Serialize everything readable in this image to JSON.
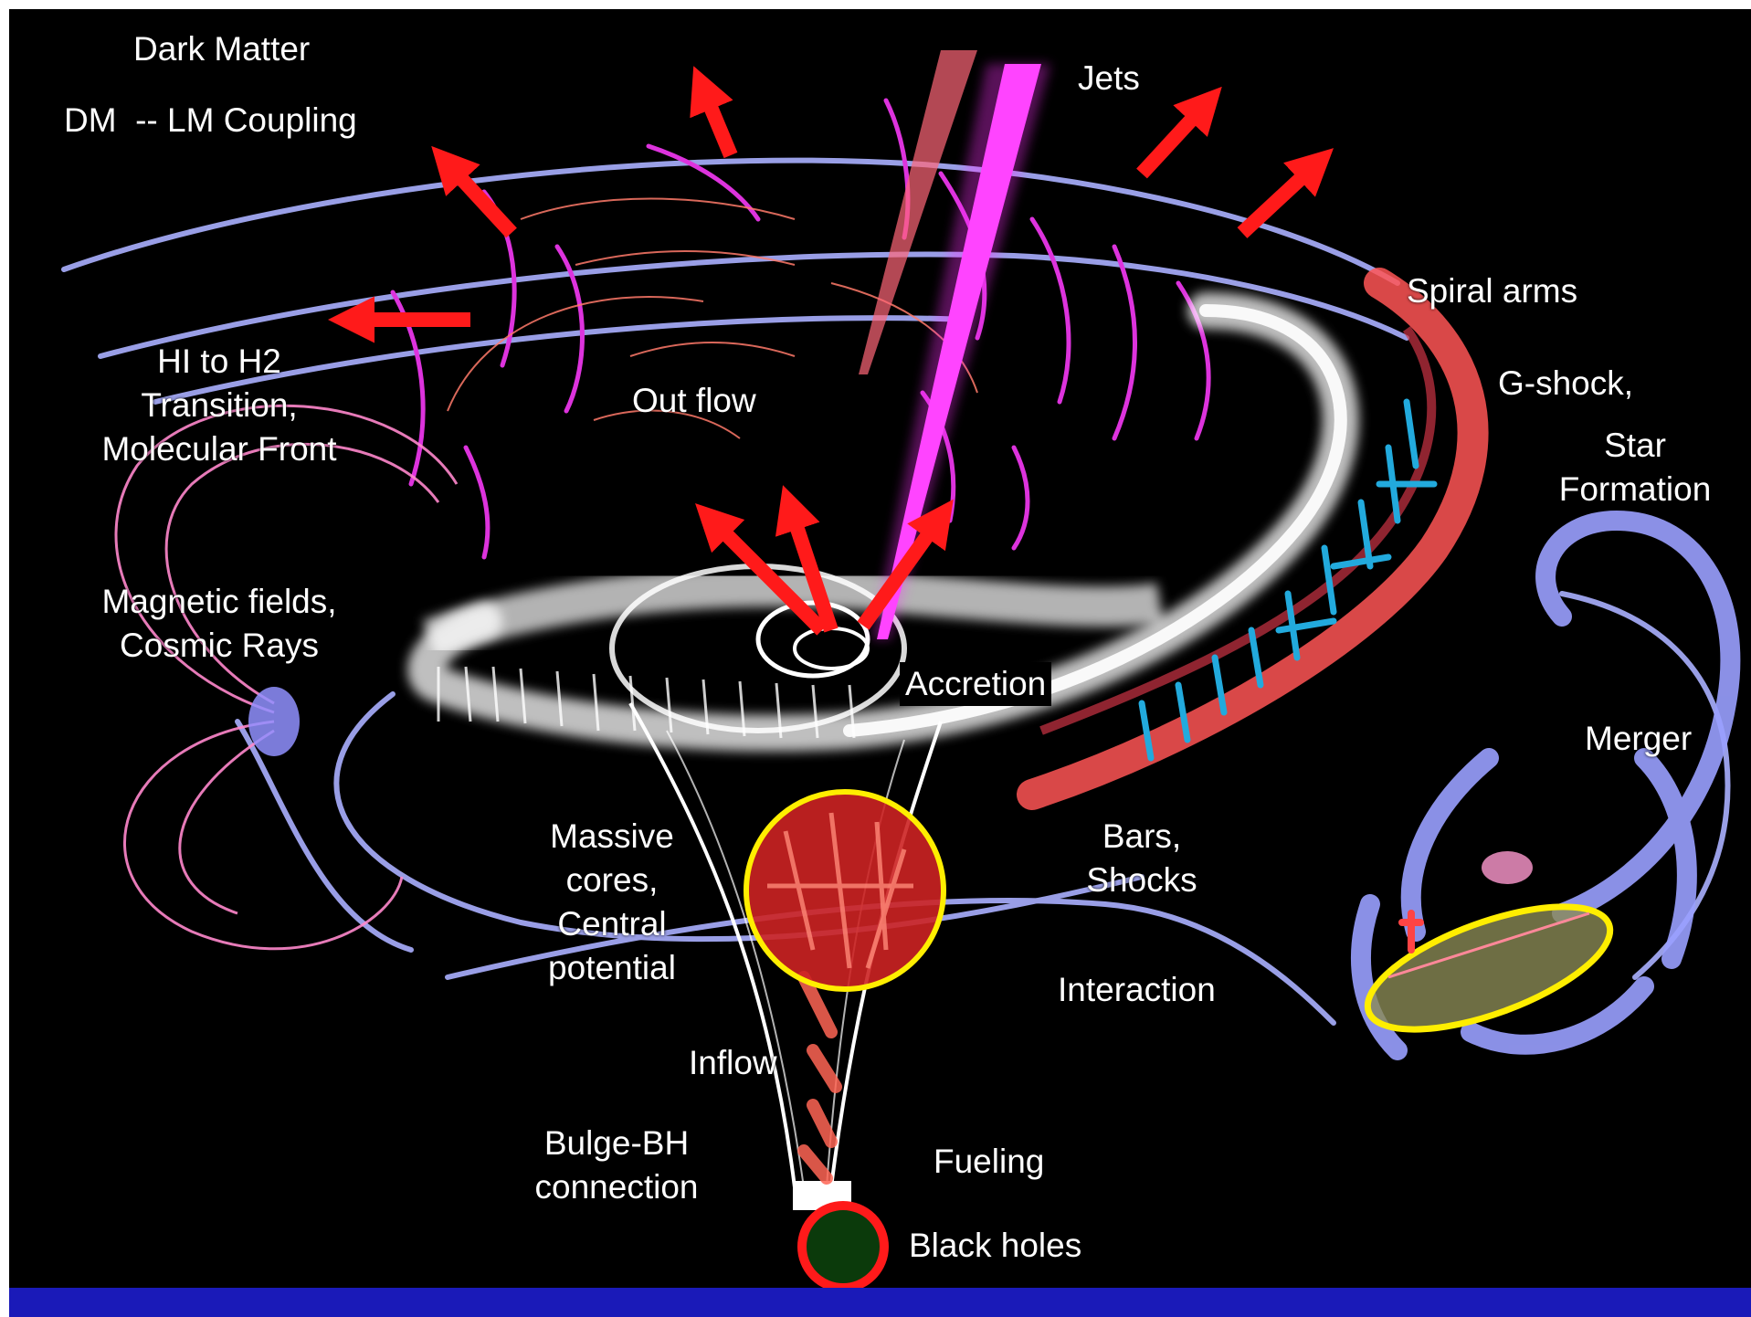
{
  "labels": {
    "dark_matter": "Dark Matter",
    "dm_lm_coupling": "DM  -- LM Coupling",
    "jets": "Jets",
    "spiral_arms": "Spiral arms",
    "hi_to_h2": "HI to H2\nTransition,\nMolecular Front",
    "out_flow": "Out flow",
    "g_shock": "G-shock,",
    "star_formation": "Star\nFormation",
    "magnetic_fields": "Magnetic fields,\nCosmic Rays",
    "accretion": "Accretion",
    "merger": "Merger",
    "massive_cores": "Massive\ncores,\nCentral\npotential",
    "bars_shocks": "Bars,\nShocks",
    "interaction": "Interaction",
    "inflow": "Inflow",
    "bulge_bh": "Bulge-BH\nconnection",
    "fueling": "Fueling",
    "black_holes": "Black holes"
  },
  "colors": {
    "background": "#000000",
    "bottom_bar": "#1a1ab8",
    "arrows": "#ff1a1a",
    "jet": "#ff33ff",
    "field_lines": "#aab0ff",
    "outflow_lines": "#dd33dd",
    "disk": "#ffffff",
    "spiral_red": "#ff5555",
    "shock_cyan": "#22aadd",
    "core_outline": "#ffee00",
    "black_hole_fill": "#0b3a0b",
    "black_hole_ring": "#ff1a1a"
  }
}
